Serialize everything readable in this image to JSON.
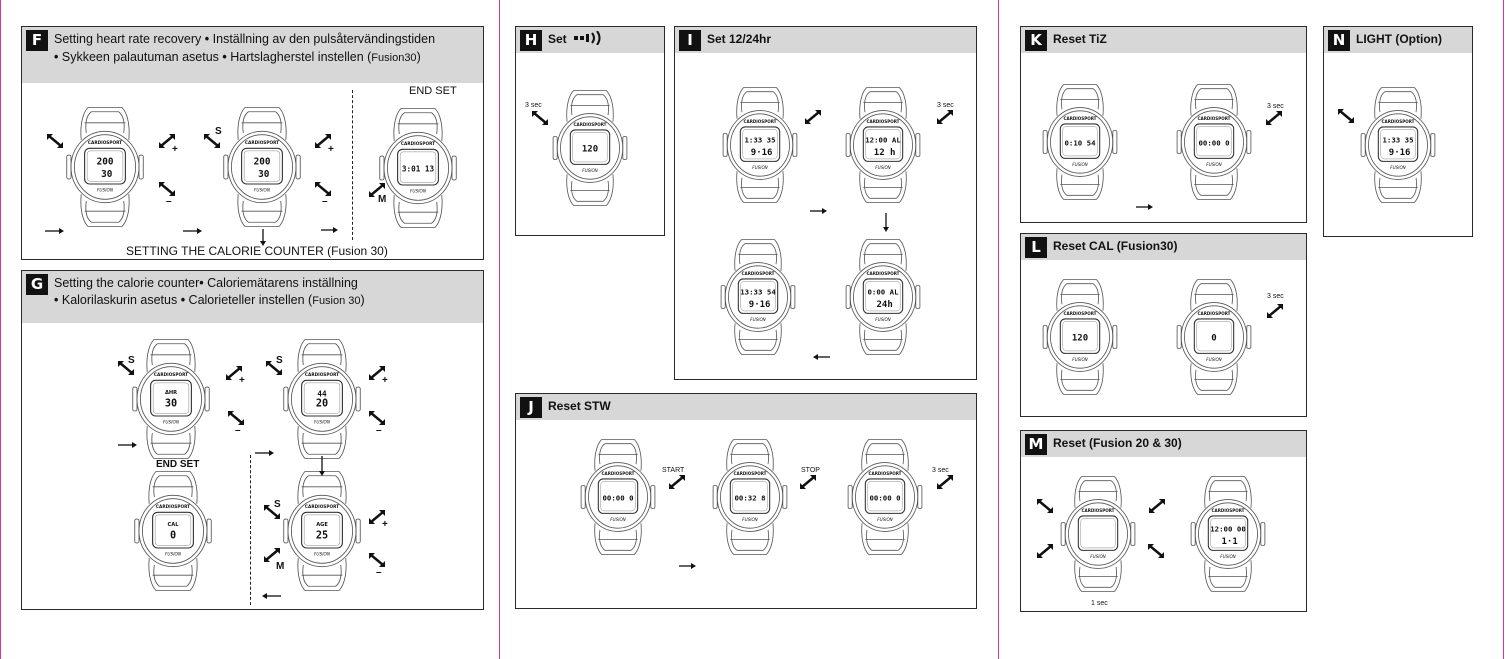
{
  "colors": {
    "divider": "#d9358f",
    "header": "#d7d7d7",
    "letter_bg": "#111111"
  },
  "brand": "CARDIOSPORT",
  "model": "FUSION",
  "panel_f": {
    "letter": "F",
    "title_line1": "Setting heart rate recovery",
    "title_line1b": "Inställning av den pulsåtervändingstiden",
    "title_line2a": "Sykkeen palautuman asetus",
    "title_line2b": "Hartslagherstel instellen (",
    "title_line2c": "Fusion30",
    "title_line2d": ")",
    "end_set": "END SET",
    "footer": "SETTING  THE  CALORIE  COUNTER",
    "footer_model": " (Fusion  30)",
    "s_label": "S",
    "m_label": "M",
    "plus": "+",
    "minus": "–",
    "watch1": {
      "top": "200",
      "bottom": "30"
    },
    "watch2": {
      "top": "200",
      "bottom": "30"
    },
    "watch3": {
      "top": "3:01 13"
    }
  },
  "panel_g": {
    "letter": "G",
    "title_line1a": "Setting the calorie counter",
    "title_line1b": "Caloriemätarens inställning",
    "title_line2a": "Kalorilaskurin asetus",
    "title_line2b": "Calorieteller instellen (",
    "title_line2c": "Fusion 30",
    "title_line2d": ")",
    "end_set": "END SET",
    "s_label": "S",
    "m_label": "M",
    "plus": "+",
    "minus": "–",
    "watch1": {
      "label": "ΔHR",
      "value": "30"
    },
    "watch2": {
      "top": "44",
      "value": "20"
    },
    "watch3": {
      "label": "CAL",
      "value": "0"
    },
    "watch4": {
      "label": "AGE",
      "value": "25"
    }
  },
  "panel_h": {
    "letter": "H",
    "title": "Set",
    "time_label": "3 sec",
    "watch": {
      "value": "120"
    }
  },
  "panel_i": {
    "letter": "I",
    "title": "Set 12/24hr",
    "time_label": "3 sec",
    "watch1": {
      "top": "1:33 35",
      "bottom": "9·16"
    },
    "watch2": {
      "top": "12:00 AL",
      "bottom": "12 h"
    },
    "watch3": {
      "top": "13:33 54",
      "bottom": "9·16"
    },
    "watch4": {
      "top": "0:00 AL",
      "bottom": "24h"
    }
  },
  "panel_j": {
    "letter": "J",
    "title": "Reset STW",
    "start": "START",
    "stop": "STOP",
    "time_label": "3 sec",
    "watch1": {
      "top": "00:00 0"
    },
    "watch2": {
      "top": "00:32 8"
    },
    "watch3": {
      "top": "00:00 0"
    }
  },
  "panel_k": {
    "letter": "K",
    "title": "Reset TiZ",
    "time_label": "3 sec",
    "watch1": {
      "top": "0:10 54"
    },
    "watch2": {
      "top": "00:00 0"
    }
  },
  "panel_l": {
    "letter": "L",
    "title": "Reset CAL",
    "title_model": " (Fusion30)",
    "time_label": "3 sec",
    "watch1": {
      "top": "120"
    },
    "watch2": {
      "top": "0"
    }
  },
  "panel_m": {
    "letter": "M",
    "title": "Reset",
    "title_model": " (Fusion 20 & 30)",
    "time_label": "1 sec",
    "watch2": {
      "top": "12:00 00",
      "bottom": "1·1"
    }
  },
  "panel_n": {
    "letter": "N",
    "title": "LIGHT (Option)",
    "watch": {
      "top": "1:33 35",
      "bottom": "9·16"
    }
  }
}
